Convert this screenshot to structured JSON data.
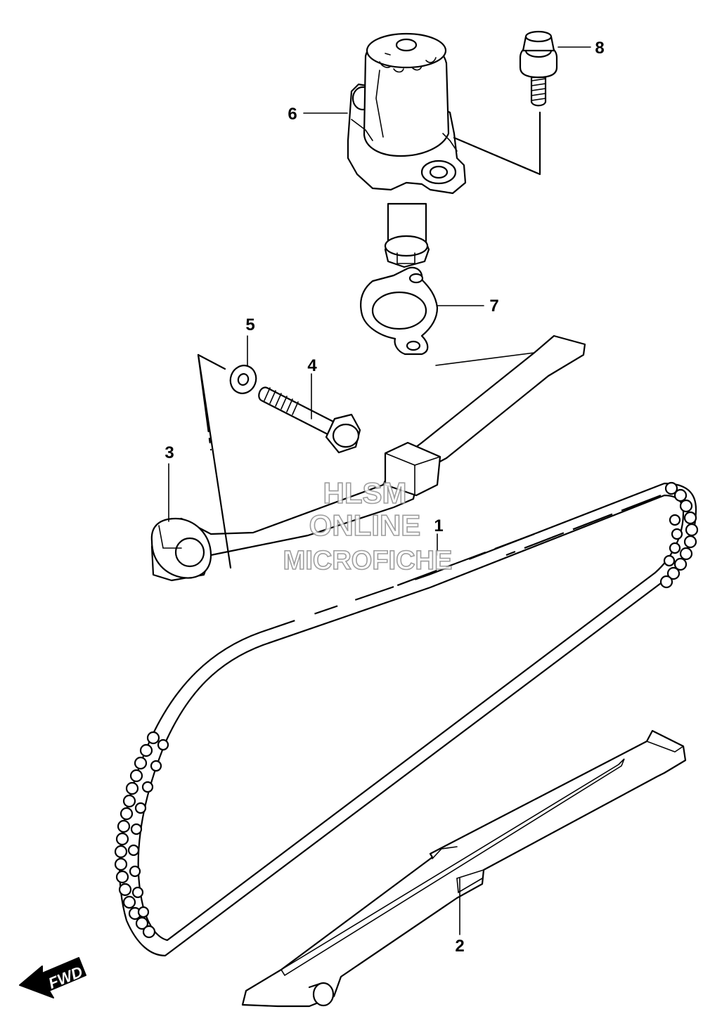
{
  "callouts": [
    {
      "number": "1",
      "part": "cam-chain"
    },
    {
      "number": "2",
      "part": "chain-guide"
    },
    {
      "number": "3",
      "part": "tensioner-arm"
    },
    {
      "number": "4",
      "part": "bolt"
    },
    {
      "number": "5",
      "part": "washer"
    },
    {
      "number": "6",
      "part": "chain-tensioner-adjuster"
    },
    {
      "number": "7",
      "part": "gasket"
    },
    {
      "number": "8",
      "part": "bolt"
    }
  ],
  "watermark": {
    "line1": "HLSM",
    "line2": "ONLINE",
    "line3": "MICROFICHE"
  },
  "direction_arrow": {
    "label": "FWD"
  }
}
